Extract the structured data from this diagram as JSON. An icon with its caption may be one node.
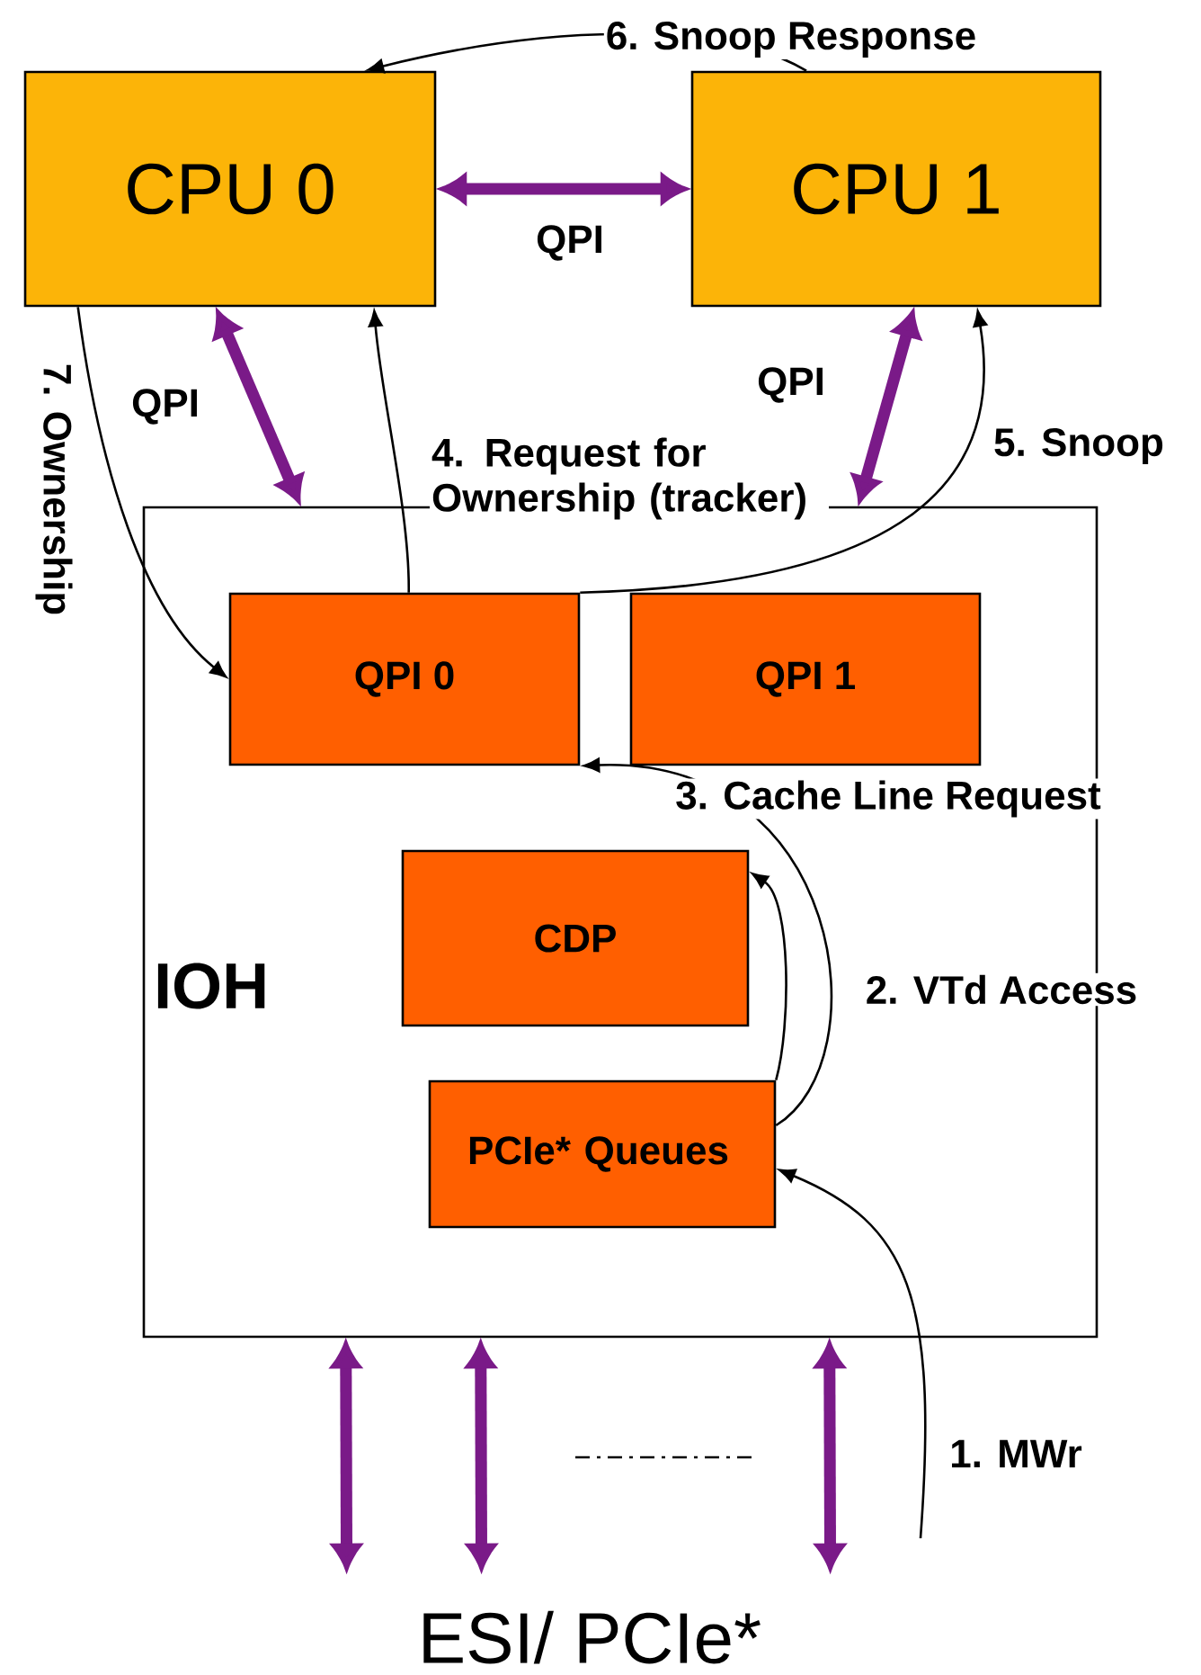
{
  "diagram": {
    "nodes": [
      {
        "text": [
          "CPU 0"
        ]
      },
      {
        "text": [
          "CPU 1"
        ]
      },
      {
        "text": [
          "IOH"
        ]
      },
      {
        "text": [
          "QPI 0"
        ],
        "in": 2
      },
      {
        "text": [
          "QPI 1"
        ],
        "in": 2
      },
      {
        "text": [
          "CDP"
        ],
        "in": 2
      },
      {
        "text": [
          "PCIe* Queues"
        ],
        "in": 2
      },
      {
        "text": [
          "ESI/ PCIe*"
        ]
      }
    ],
    "edges": [
      {
        "from": 0,
        "to": 1,
        "arrow": "both",
        "label": "QPI",
        "style": "thick",
        "color": "#7a1a88"
      },
      {
        "from": 0,
        "to": 2,
        "arrow": "both",
        "label": "QPI",
        "style": "thick",
        "color": "#7a1a88"
      },
      {
        "from": 1,
        "to": 2,
        "arrow": "both",
        "label": "QPI",
        "style": "thick",
        "color": "#7a1a88"
      },
      {
        "from": 2,
        "to": 7,
        "arrow": "both",
        "style": "thick",
        "color": "#7a1a88"
      },
      {
        "from": 2,
        "to": 7,
        "arrow": "both",
        "style": "thick",
        "color": "#7a1a88"
      },
      {
        "from": 2,
        "to": 7,
        "arrow": "both",
        "style": "thick",
        "color": "#7a1a88"
      },
      {
        "from": null,
        "to": 6,
        "arrow": "to",
        "label": "1. MWr"
      },
      {
        "from": 6,
        "to": 5,
        "arrow": "to",
        "label": "2. VTd Access"
      },
      {
        "from": 6,
        "to": 3,
        "arrow": "to",
        "label": "3. Cache Line Request"
      },
      {
        "from": 3,
        "to": 0,
        "arrow": "to",
        "label": "4. Request for Ownership (tracker)"
      },
      {
        "from": 3,
        "to": 1,
        "arrow": "to",
        "label": "5. Snoop"
      },
      {
        "from": 1,
        "to": 0,
        "arrow": "to",
        "label": "6. Snoop Response"
      },
      {
        "from": 0,
        "to": 3,
        "arrow": "to",
        "label": "7. Ownership"
      }
    ]
  }
}
